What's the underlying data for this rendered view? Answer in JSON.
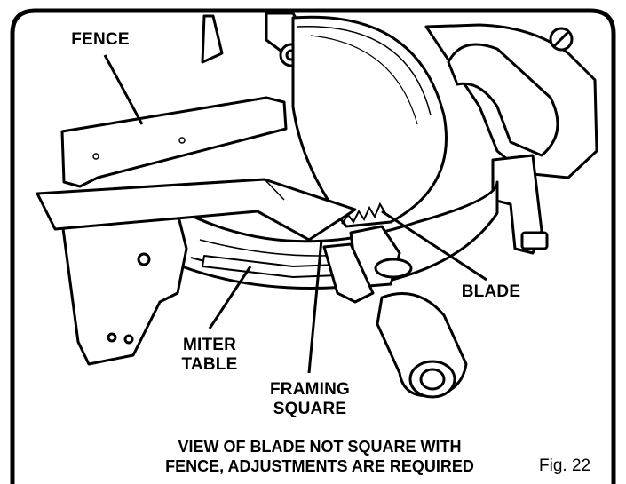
{
  "labels": {
    "fence": "FENCE",
    "blade": "BLADE",
    "miter_table_line1": "MITER",
    "miter_table_line2": "TABLE",
    "framing_square_line1": "FRAMING",
    "framing_square_line2": "SQUARE"
  },
  "caption": {
    "line1": "VIEW OF BLADE NOT SQUARE WITH",
    "line2": "FENCE, ADJUSTMENTS ARE REQUIRED"
  },
  "figure_number": "Fig. 22"
}
